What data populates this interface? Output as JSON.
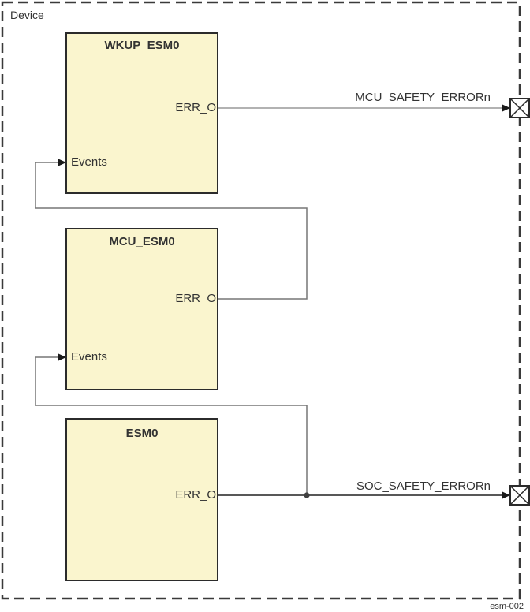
{
  "figure": {
    "device_label": "Device",
    "figure_id": "esm-002",
    "blocks": [
      {
        "title": "WKUP_ESM0",
        "output_port": "ERR_O",
        "input_port": "Events"
      },
      {
        "title": "MCU_ESM0",
        "output_port": "ERR_O",
        "input_port": "Events"
      },
      {
        "title": "ESM0",
        "output_port": "ERR_O"
      }
    ],
    "signals": [
      {
        "label": "MCU_SAFETY_ERRORn"
      },
      {
        "label": "SOC_SAFETY_ERRORn"
      }
    ],
    "colors": {
      "device_border": "#3A3A3A",
      "block_fill": "#FAF5CE",
      "block_border": "#2B2B2B",
      "line_gray": "#999999",
      "line_mid": "#777777",
      "line_dark": "#404040",
      "arrow": "#1A1A1A",
      "pad_fill": "#FFFFFF",
      "text": "#333333"
    }
  }
}
